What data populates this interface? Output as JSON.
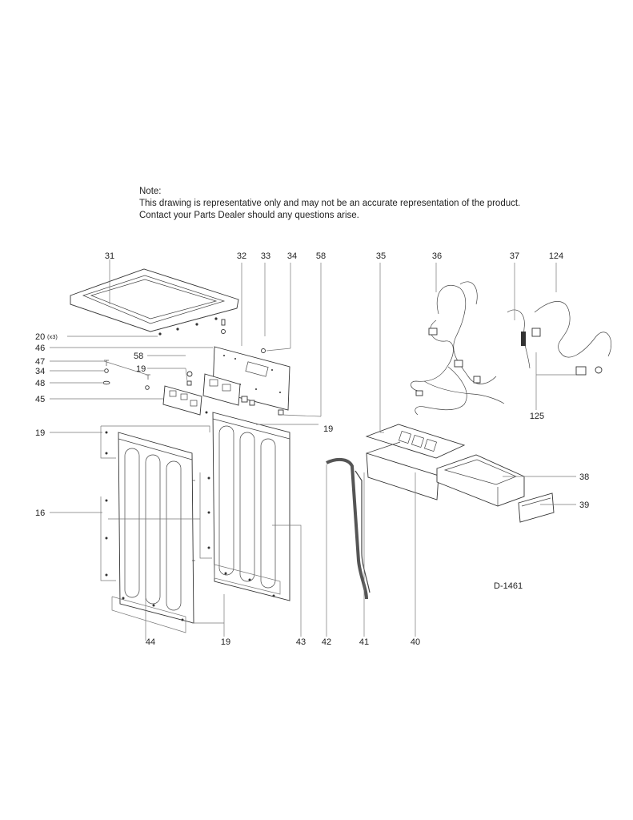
{
  "note": {
    "heading": "Note:",
    "line1": "This drawing is representative only and may not be an accurate representation of the product.",
    "line2": "Contact your Parts Dealer should any questions arise."
  },
  "diagram_id": "D-1461",
  "labels": {
    "p31": "31",
    "p32": "32",
    "p33": "33",
    "p34a": "34",
    "p58a": "58",
    "p35": "35",
    "p36": "36",
    "p37": "37",
    "p124": "124",
    "p20": "20",
    "p20x": "(x3)",
    "p46": "46",
    "p58b": "58",
    "p19a": "19",
    "p47": "47",
    "p34b": "34",
    "p48": "48",
    "p45": "45",
    "p19b": "19",
    "p19c": "19",
    "p16": "16",
    "p125": "125",
    "p38": "38",
    "p39": "39",
    "p44": "44",
    "p19d": "19",
    "p43": "43",
    "p42": "42",
    "p41": "41",
    "p40": "40"
  }
}
